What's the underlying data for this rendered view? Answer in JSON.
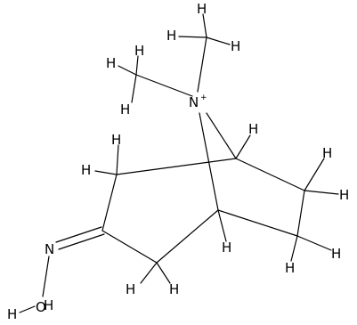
{
  "structure": {
    "labels": {
      "hydrogen": "H",
      "nitrogen": "N",
      "nitrogen_charge": "+",
      "oxygen": "O"
    },
    "colors": {
      "bond": "#000000",
      "label": "#000000",
      "background": "#ffffff"
    }
  }
}
